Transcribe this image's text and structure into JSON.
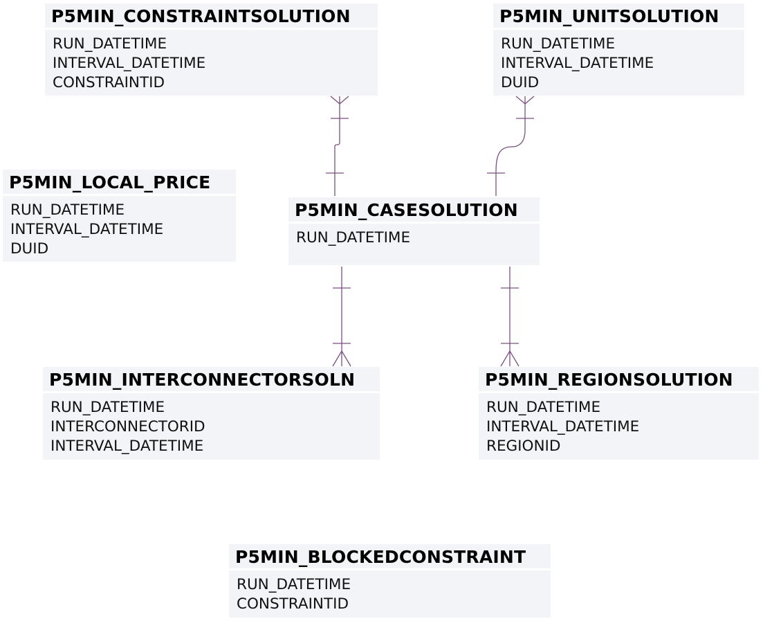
{
  "entities": [
    {
      "key": "constraintsolution",
      "name": "P5MIN_CONSTRAINTSOLUTION",
      "columns": [
        "RUN_DATETIME",
        "INTERVAL_DATETIME",
        "CONSTRAINTID"
      ]
    },
    {
      "key": "unitsolution",
      "name": "P5MIN_UNITSOLUTION",
      "columns": [
        "RUN_DATETIME",
        "INTERVAL_DATETIME",
        "DUID"
      ]
    },
    {
      "key": "local_price",
      "name": "P5MIN_LOCAL_PRICE",
      "columns": [
        "RUN_DATETIME",
        "INTERVAL_DATETIME",
        "DUID"
      ]
    },
    {
      "key": "casesolution",
      "name": "P5MIN_CASESOLUTION",
      "columns": [
        "RUN_DATETIME"
      ]
    },
    {
      "key": "interconnectorsoln",
      "name": "P5MIN_INTERCONNECTORSOLN",
      "columns": [
        "RUN_DATETIME",
        "INTERCONNECTORID",
        "INTERVAL_DATETIME"
      ]
    },
    {
      "key": "regionsolution",
      "name": "P5MIN_REGIONSOLUTION",
      "columns": [
        "RUN_DATETIME",
        "INTERVAL_DATETIME",
        "REGIONID"
      ]
    },
    {
      "key": "blockedconstraint",
      "name": "P5MIN_BLOCKEDCONSTRAINT",
      "columns": [
        "RUN_DATETIME",
        "CONSTRAINTID"
      ]
    }
  ],
  "relationships": [
    {
      "from": "casesolution",
      "to": "constraintsolution",
      "type": "one-to-many"
    },
    {
      "from": "casesolution",
      "to": "unitsolution",
      "type": "one-to-many"
    },
    {
      "from": "casesolution",
      "to": "interconnectorsoln",
      "type": "one-to-many"
    },
    {
      "from": "casesolution",
      "to": "regionsolution",
      "type": "one-to-many"
    }
  ],
  "colors": {
    "entity_bg": "#f3f4f8",
    "connector": "#7a4e80"
  }
}
